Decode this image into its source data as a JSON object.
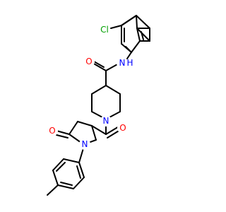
{
  "molecule": {
    "atom_labels": {
      "cl": "Cl",
      "amide_n": "N",
      "amide_h": "H",
      "amide_o": "O",
      "piperidine_n": "N",
      "ketone_o": "O",
      "lactam_o": "O",
      "pyrrolidine_n": "N"
    }
  },
  "colors": {
    "bond": "#000000",
    "chlorine": "#00a000",
    "nitrogen": "#0000ff",
    "oxygen": "#ff0000",
    "background": "#ffffff"
  }
}
